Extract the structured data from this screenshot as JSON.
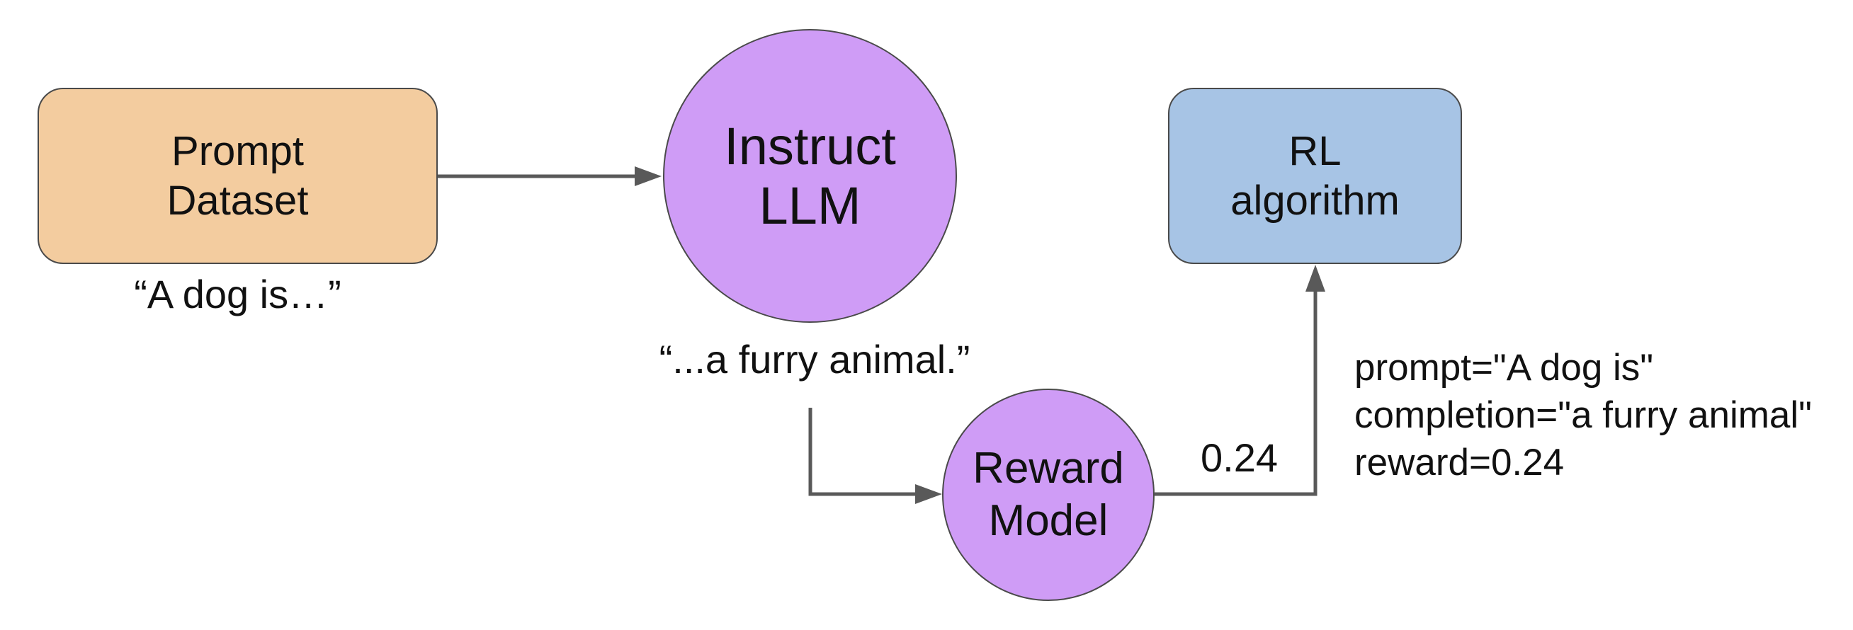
{
  "diagram": {
    "nodes": {
      "prompt_dataset": {
        "label": "Prompt\nDataset",
        "color": "#f3cc9f"
      },
      "instruct_llm": {
        "label": "Instruct\nLLM",
        "color": "#cf9cf6"
      },
      "reward_model": {
        "label": "Reward\nModel",
        "color": "#cf9cf6"
      },
      "rl_algorithm": {
        "label": "RL\nalgorithm",
        "color": "#a7c4e5"
      }
    },
    "texts": {
      "prompt_example": "“A dog is…”",
      "completion_example": "“...a furry animal.”",
      "reward_value": "0.24",
      "rl_payload": "prompt=\"A dog is\"\ncompletion=\"a furry animal\"\nreward=0.24"
    },
    "edges": [
      {
        "from": "prompt_dataset",
        "to": "instruct_llm"
      },
      {
        "from": "instruct_llm",
        "to": "reward_model"
      },
      {
        "from": "reward_model",
        "to": "rl_algorithm"
      }
    ],
    "colors": {
      "stroke": "#4a4a4a",
      "arrow": "#595959"
    }
  }
}
